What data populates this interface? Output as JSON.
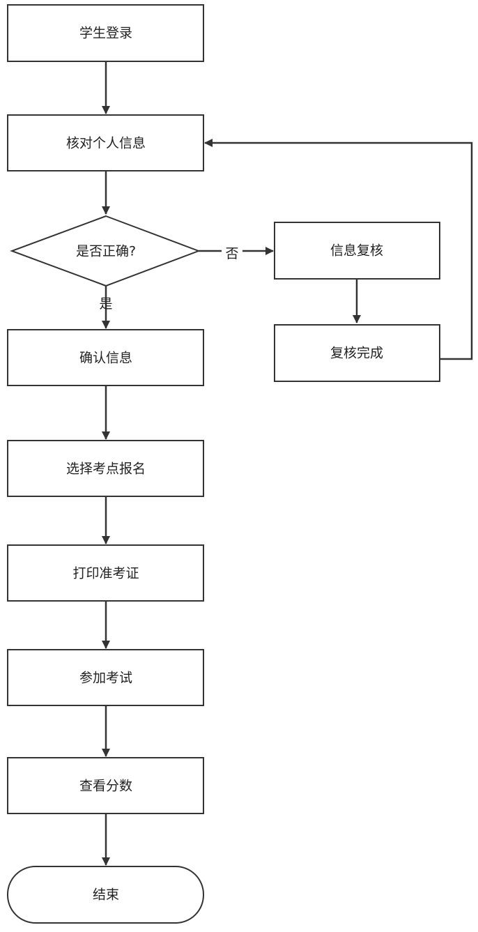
{
  "diagram": {
    "nodes": {
      "student_login": "学生登录",
      "verify_info": "核对个人信息",
      "is_correct": "是否正确?",
      "info_review": "信息复核",
      "review_done": "复核完成",
      "confirm_info": "确认信息",
      "select_exam_site": "选择考点报名",
      "print_admission": "打印准考证",
      "take_exam": "参加考试",
      "view_score": "查看分数",
      "end": "结束"
    },
    "edge_labels": {
      "no": "否",
      "yes": "是"
    },
    "colors": {
      "stroke": "#333333",
      "text": "#222222",
      "fill": "#ffffff"
    }
  }
}
